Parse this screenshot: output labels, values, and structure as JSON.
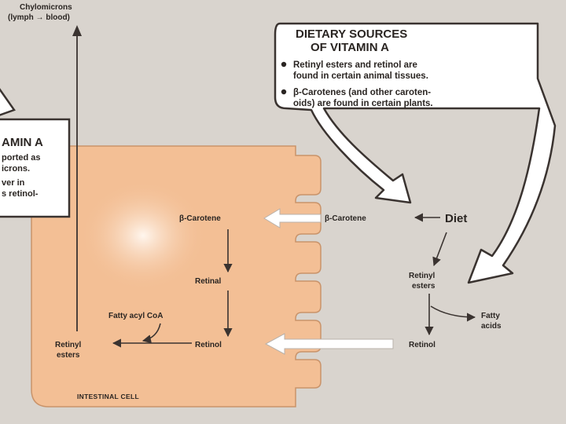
{
  "colors": {
    "background": "#d9d4ce",
    "cell_fill": "#f3bf95",
    "cell_highlight": "#fbe7d6",
    "callout_fill": "#ffffff",
    "outline": "#3a3330"
  },
  "top_note": {
    "line1": "Chylomicrons",
    "line2": "(lymph → blood)"
  },
  "dietary_callout": {
    "title_line1": "DIETARY SOURCES",
    "title_line2": "OF VITAMIN A",
    "bullet1_line1": "Retinyl esters and retinol are",
    "bullet1_line2": "found in certain animal tissues.",
    "bullet2_line1": "β-Carotenes (and other caroten-",
    "bullet2_line2": "oids) are found in certain plants."
  },
  "left_callout": {
    "title": "AMIN A",
    "line1": "ported as",
    "line2": "icrons.",
    "line3": "ver in",
    "line4": "s retinol-"
  },
  "pathway": {
    "diet": "Diet",
    "beta_carotene_lumen": "β-Carotene",
    "beta_carotene_cell": "β-Carotene",
    "retinal": "Retinal",
    "retinol_cell": "Retinol",
    "fatty_acyl_coa": "Fatty acyl CoA",
    "retinyl_esters_cell_line1": "Retinyl",
    "retinyl_esters_cell_line2": "esters",
    "retinyl_esters_diet_line1": "Retinyl",
    "retinyl_esters_diet_line2": "esters",
    "fatty_acids_line1": "Fatty",
    "fatty_acids_line2": "acids",
    "retinol_lumen": "Retinol"
  },
  "cell_label": "INTESTINAL CELL"
}
